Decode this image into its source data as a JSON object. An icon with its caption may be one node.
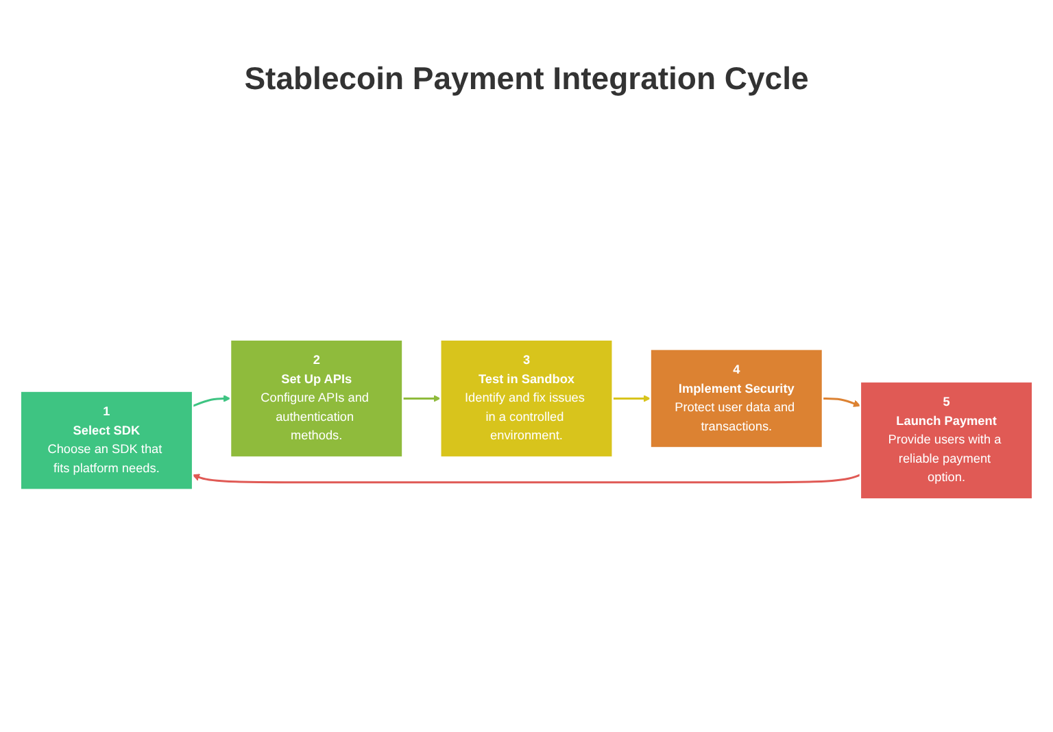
{
  "diagram": {
    "title": "Stablecoin Payment Integration Cycle",
    "nodes": [
      {
        "text": [
          "1",
          "Select SDK",
          "Choose an SDK that fits platform needs."
        ]
      },
      {
        "text": [
          "2",
          "Set Up APIs",
          "Configure APIs and authentication methods."
        ]
      },
      {
        "text": [
          "3",
          "Test in Sandbox",
          "Identify and fix issues in a controlled environment."
        ]
      },
      {
        "text": [
          "4",
          "Implement Security",
          "Protect user data and transactions."
        ]
      },
      {
        "text": [
          "5",
          "Launch Payment",
          "Provide users with a reliable payment option."
        ]
      }
    ],
    "edges": [
      {
        "from": 0,
        "to": 1,
        "arrow": "to",
        "color": "#3ec482"
      },
      {
        "from": 1,
        "to": 2,
        "arrow": "to",
        "color": "#8fbb3c"
      },
      {
        "from": 2,
        "to": 3,
        "arrow": "to",
        "color": "#d8c41c"
      },
      {
        "from": 3,
        "to": 4,
        "arrow": "to",
        "color": "#dc8232"
      },
      {
        "from": 4,
        "to": 0,
        "arrow": "to",
        "color": "#e05a55"
      }
    ]
  }
}
